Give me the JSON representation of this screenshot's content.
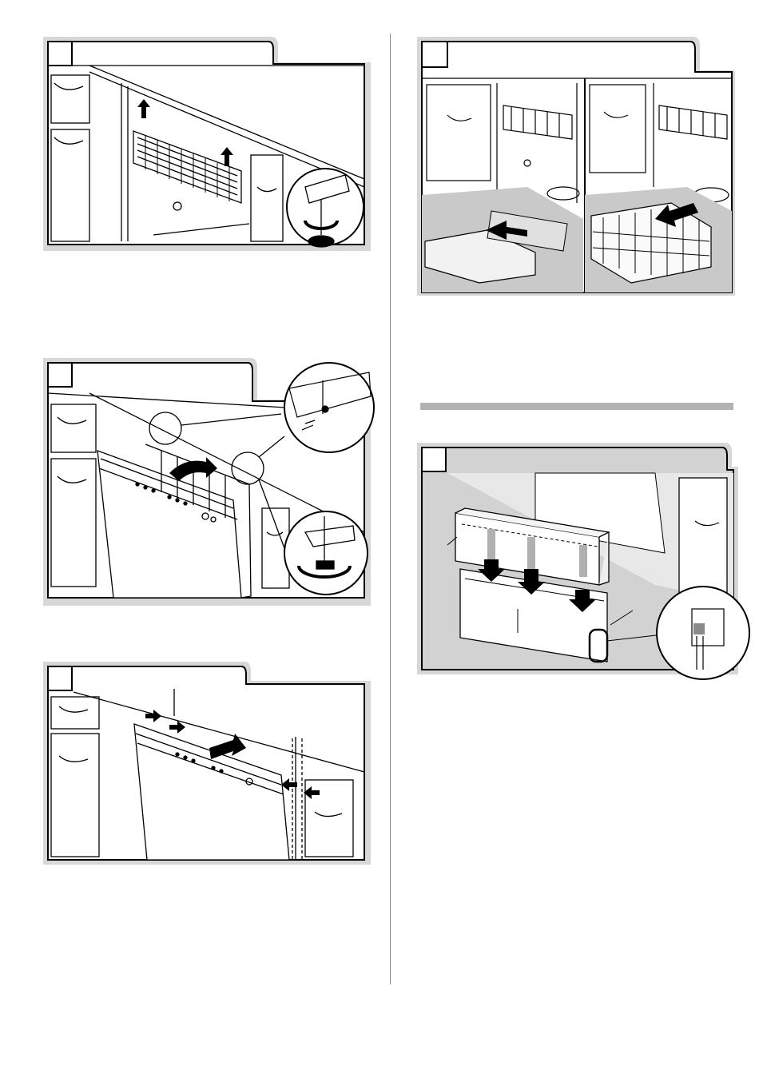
{
  "steps": [
    {
      "id": "upper-rack-adjust",
      "number": ""
    },
    {
      "id": "towel-lower-rack",
      "number": ""
    },
    {
      "id": "door-stops",
      "number": ""
    },
    {
      "id": "align-door",
      "number": ""
    },
    {
      "id": "toe-panel",
      "number": ""
    }
  ]
}
